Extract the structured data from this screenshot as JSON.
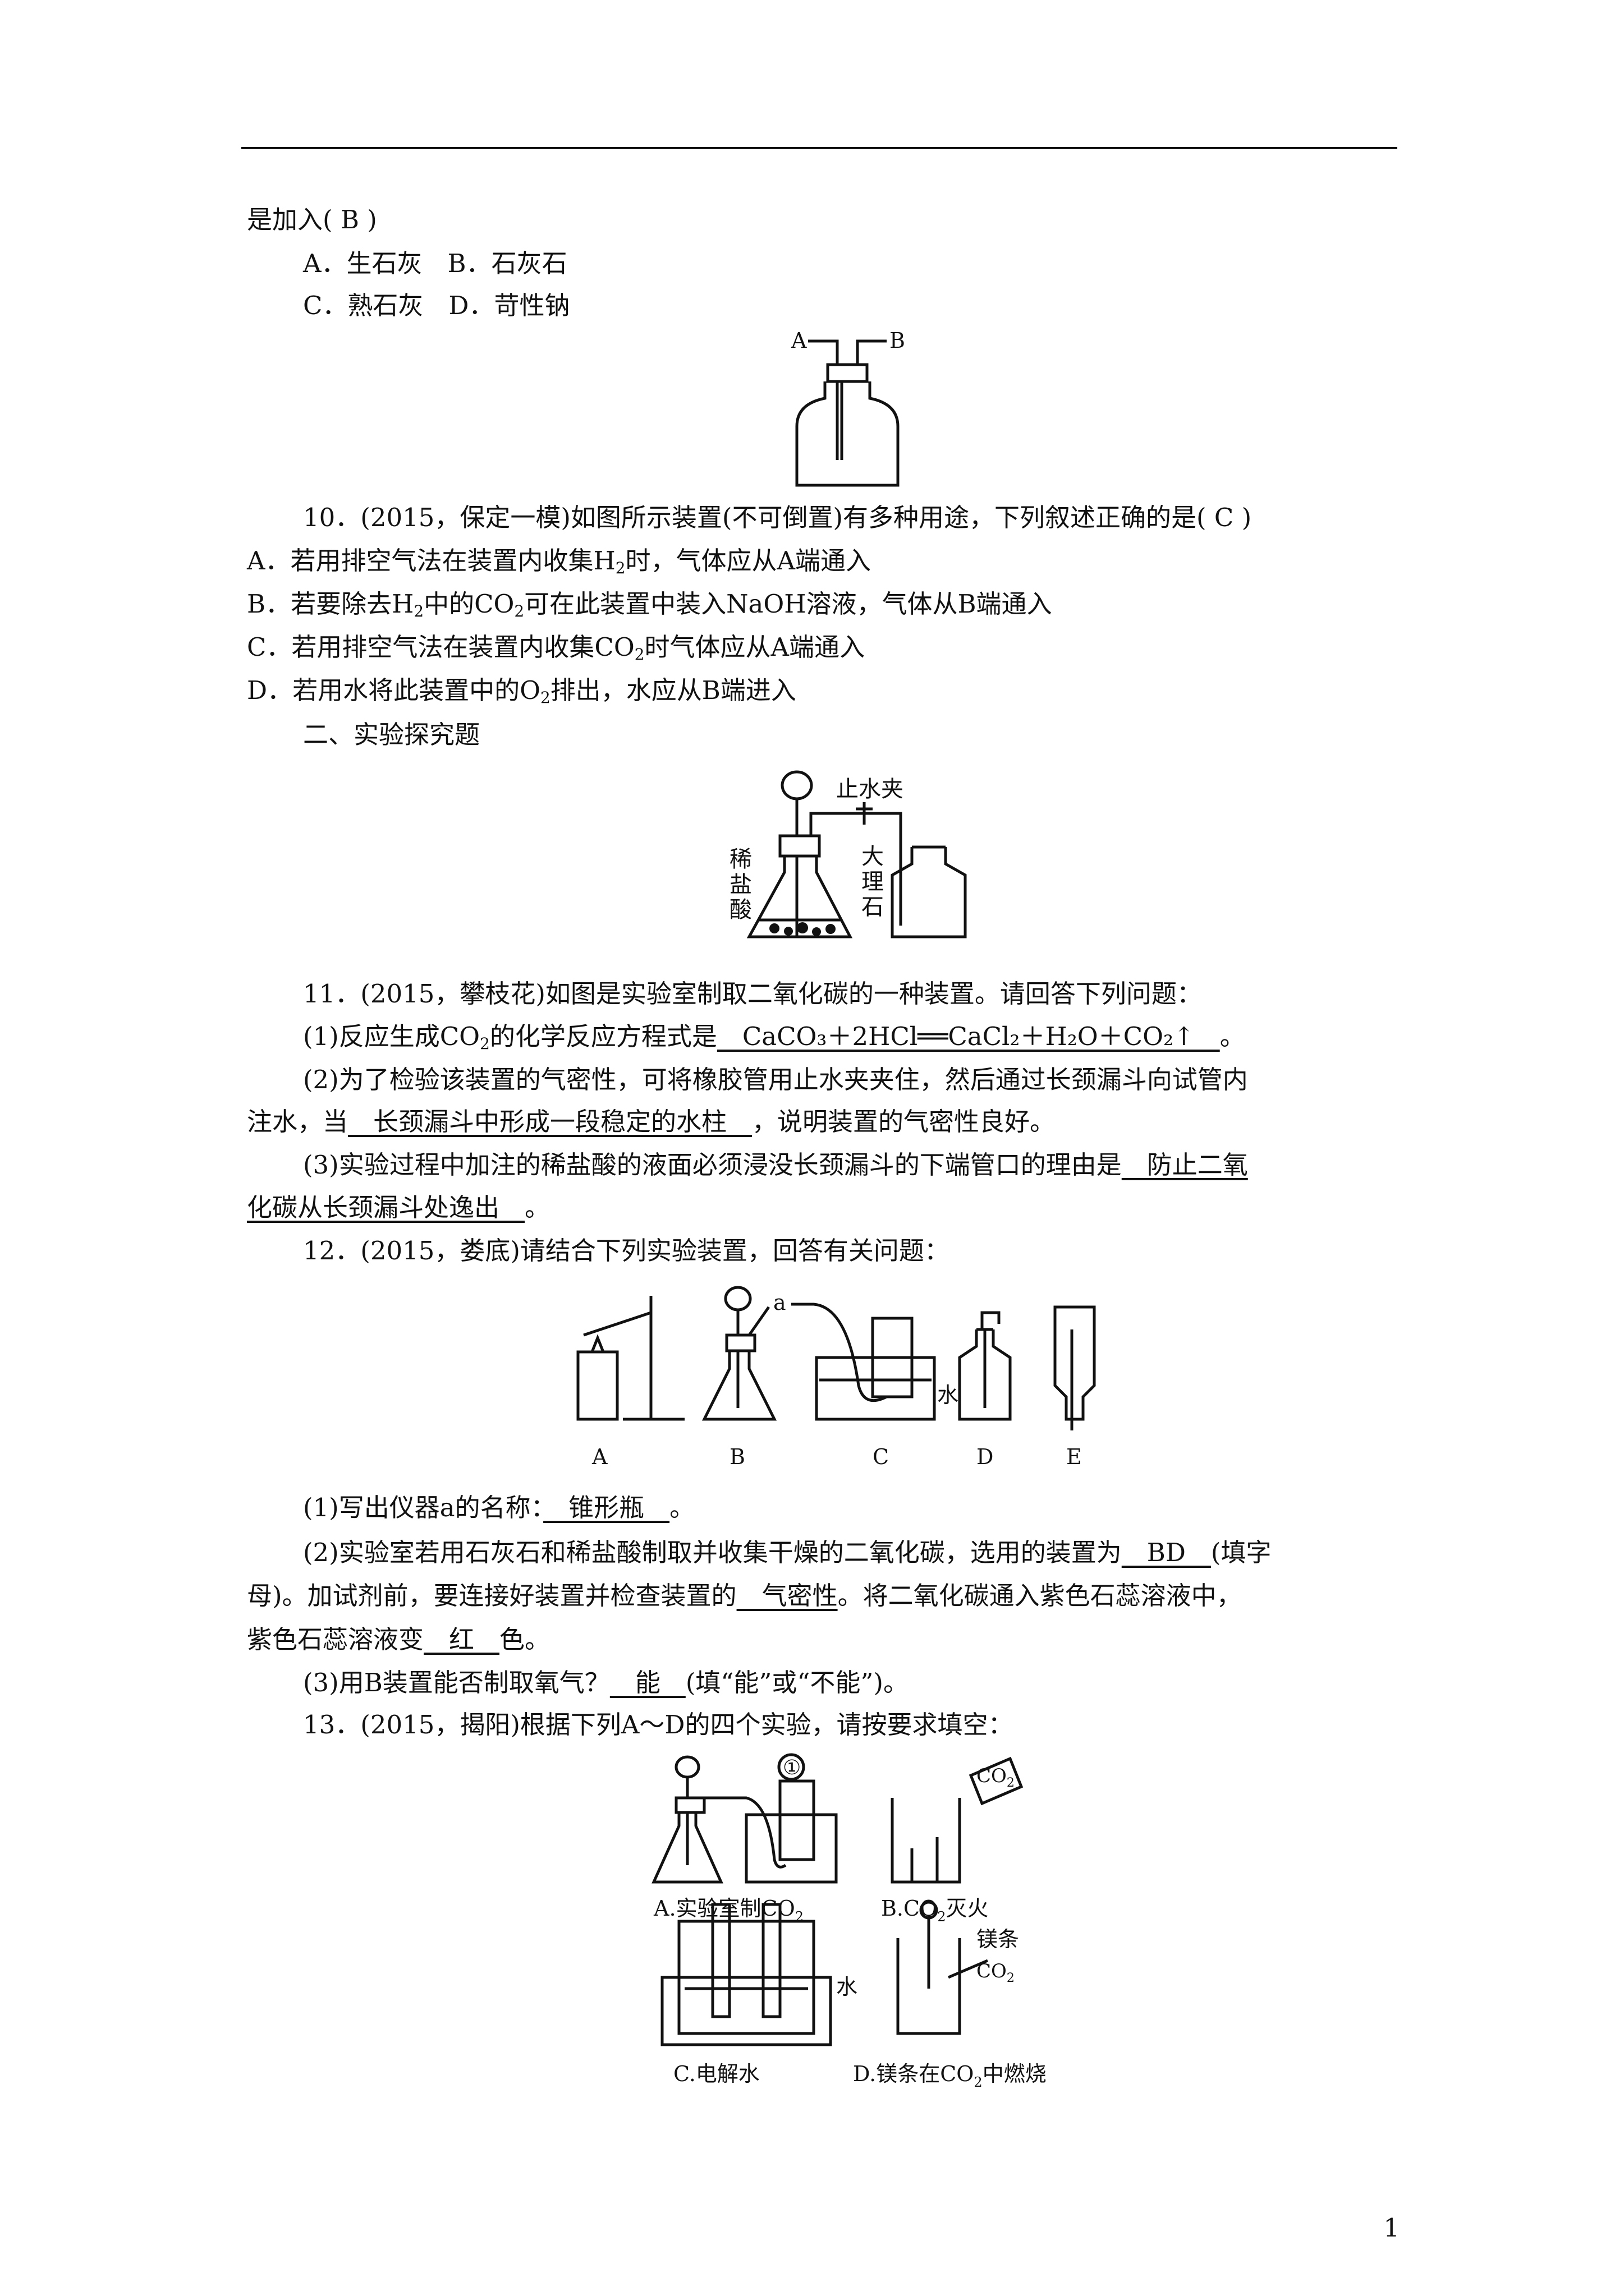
{
  "q9": {
    "tail": "是加入( B )",
    "opt_ab": "A．生石灰　B．石灰石",
    "opt_cd": "C．熟石灰　D．苛性钠"
  },
  "fig10": {
    "label_a": "A",
    "label_b": "B"
  },
  "q10": {
    "stem": "10．(2015，保定一模)如图所示装置(不可倒置)有多种用途，下列叙述正确的是( C )",
    "a_pre": "A．若用排空气法在装置内收集H",
    "a_sub": "2",
    "a_post": "时，气体应从A端通入",
    "b_pre": "B．若要除去H",
    "b_sub1": "2",
    "b_mid": "中的CO",
    "b_sub2": "2",
    "b_post": "可在此装置中装入NaOH溶液，气体从B端通入",
    "c_pre": "C．若用排空气法在装置内收集CO",
    "c_sub": "2",
    "c_post": "时气体应从A端通入",
    "d_pre": "D．若用水将此装置中的O",
    "d_sub": "2",
    "d_post": "排出，水应从B端进入"
  },
  "section2": "二、实验探究题",
  "fig11": {
    "clamp": "止水夹",
    "acid": [
      "稀",
      "盐",
      "酸"
    ],
    "marble": [
      "大",
      "理",
      "石"
    ]
  },
  "q11": {
    "stem": "11．(2015，攀枝花)如图是实验室制取二氧化碳的一种装置。请回答下列问题：",
    "p1_pre": "(1)反应生成CO",
    "p1_sub": "2",
    "p1_mid": "的化学反应方程式是",
    "p1_ans": "　CaCO₃＋2HCl══CaCl₂＋H₂O＋CO₂↑　",
    "p1_post": "。",
    "p2_line1": "(2)为了检验该装置的气密性，可将橡胶管用止水夹夹住，然后通过长颈漏斗向试管内",
    "p2_pre": "注水，当",
    "p2_ans": "　长颈漏斗中形成一段稳定的水柱　",
    "p2_post": "，说明装置的气密性良好。",
    "p3_pre": "(3)实验过程中加注的稀盐酸的液面必须浸没长颈漏斗的下端管口的理由是",
    "p3_ans1": "　防止二氧",
    "p3_ans2": "化碳从长颈漏斗处逸出　",
    "p3_post": "。"
  },
  "q12": {
    "stem": "12．(2015，娄底)请结合下列实验装置，回答有关问题：",
    "p1_pre": "(1)写出仪器a的名称：",
    "p1_ans": "　锥形瓶　",
    "p1_post": "。",
    "p2_pre": "(2)实验室若用石灰石和稀盐酸制取并收集干燥的二氧化碳，选用的装置为",
    "p2_ans1": "　BD　",
    "p2_post1": "(填字",
    "p2_l2_pre": "母)。加试剂前，要连接好装置并检查装置的",
    "p2_ans2": "　气密性",
    "p2_l2_post": "。将二氧化碳通入紫色石蕊溶液中，",
    "p2_l3_pre": "紫色石蕊溶液变",
    "p2_ans3": "　红　",
    "p2_l3_post": "色。",
    "p3_pre": "(3)用B装置能否制取氧气？",
    "p3_ans": "　能　",
    "p3_post": "(填“能”或“不能”)。"
  },
  "fig12": {
    "labels": [
      "A",
      "B",
      "C",
      "D",
      "E"
    ],
    "a": "a",
    "water": "水"
  },
  "q13": {
    "stem": "13．(2015，揭阳)根据下列A～D的四个实验，请按要求填空："
  },
  "fig13": {
    "circle": "①",
    "co2": "CO",
    "co2_sub": "2",
    "cap_a": "A.实验室制CO",
    "cap_a_sub": "2",
    "cap_b_pre": "B.CO",
    "cap_b_sub": "2",
    "cap_b_post": "灭火",
    "cap_c": "C.电解水",
    "cap_d_pre": "D.镁条在CO",
    "cap_d_sub": "2",
    "cap_d_post": "中燃烧",
    "water": "水",
    "mg": "镁条",
    "co2_d": "CO",
    "co2_d_sub": "2"
  },
  "page_number": "1"
}
